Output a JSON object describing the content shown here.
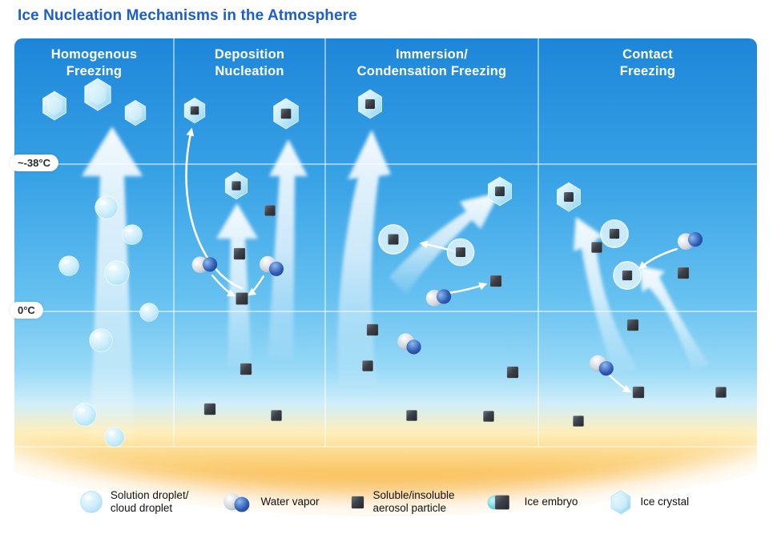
{
  "title": "Ice Nucleation Mechanisms in the Atmosphere",
  "panels": [
    {
      "label": "Homogenous\nFreezing"
    },
    {
      "label": "Deposition\nNucleation"
    },
    {
      "label": "Immersion/\nCondensation Freezing"
    },
    {
      "label": "Contact\nFreezing"
    }
  ],
  "temperature_labels": {
    "homogeneous_freezing_level": "~-38°C",
    "melting_level": "0°C"
  },
  "legend": [
    {
      "icon": "solution-droplet-icon",
      "label": "Solution droplet/\ncloud droplet"
    },
    {
      "icon": "water-vapor-icon",
      "label": "Water vapor"
    },
    {
      "icon": "aerosol-particle-icon",
      "label": "Soluble/insoluble\naerosol particle"
    },
    {
      "icon": "ice-embryo-icon",
      "label": "Ice embryo"
    },
    {
      "icon": "ice-crystal-icon",
      "label": "Ice crystal"
    }
  ],
  "colors": {
    "title_text": "#1b5ecf",
    "sky_top": "#1e86d9",
    "sky_light": "#97d8f6",
    "ground_orange": "#f5a53d",
    "particle_dark": "#2e3338",
    "droplet_blue": "#bfe9f8",
    "vapor_blue": "#2f5cb4",
    "header_text": "#ffffff"
  }
}
